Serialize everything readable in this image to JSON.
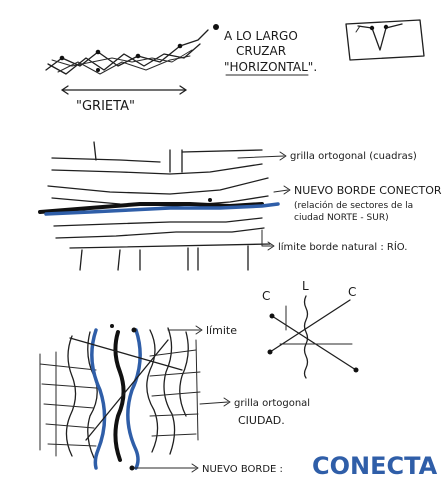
{
  "sketch1": {
    "note_line1": "A LO LARGO",
    "note_line2": "CRUZAR",
    "note_line3": "\"HORIZONTAL\".",
    "grieta_label": "\"GRIETA\""
  },
  "sketch2": {
    "grid_note": "grilla ortogonal (cuadras)",
    "edge_title": "NUEVO BORDE CONECTOR",
    "edge_sub1": "(relación de sectores de la",
    "edge_sub2": "ciudad NORTE - SUR)",
    "limit_note": "límite borde natural : RÍO."
  },
  "sketch3": {
    "limit_label": "límite",
    "grid_note1": "grilla ortogonal",
    "grid_note2": "CIUDAD.",
    "edge_prefix": "NUEVO BORDE :",
    "edge_word": "CONECTA",
    "side_left": "C",
    "side_right": "C",
    "center_label": "L"
  },
  "colors": {
    "accent_blue": "#2f5ea8",
    "ink": "#1f1f1f"
  }
}
